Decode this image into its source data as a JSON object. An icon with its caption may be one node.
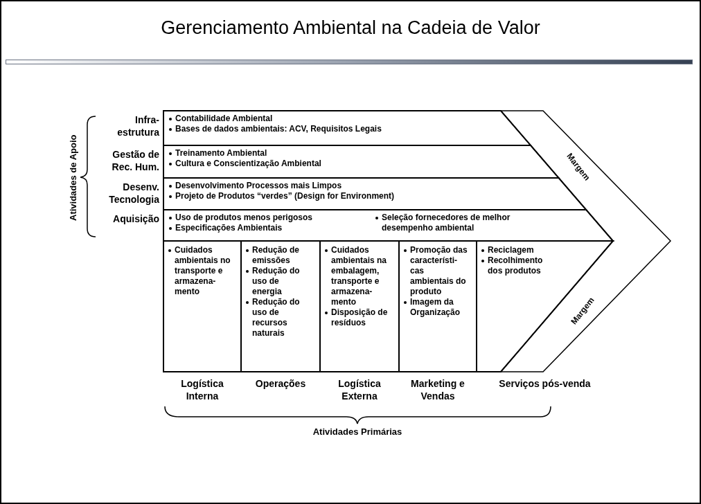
{
  "diagram": {
    "title": "Gerenciamento Ambiental na Cadeia de Valor",
    "nodes": [
      {
        "text": [
          "Contabilidade Ambiental",
          "Bases de dados ambientais: ACV, Requisitos Legais"
        ],
        "beside": [
          "Infra-estrutura"
        ]
      },
      {
        "text": [
          "Treinamento Ambiental",
          "Cultura e Conscientização Ambiental"
        ],
        "beside": [
          "Gestão de Rec. Hum."
        ]
      },
      {
        "text": [
          "Desenvolvimento Processos mais Limpos",
          "Projeto de Produtos “verdes” (Design for Environment)"
        ],
        "beside": [
          "Desenv. Tecnologia"
        ]
      },
      {
        "text": [
          "Uso de produtos menos perigosos",
          "Especificações Ambientais",
          "Seleção fornecedores de melhor desempenho ambiental"
        ],
        "beside": [
          "Aquisição"
        ]
      },
      {
        "text": [
          "Cuidados ambientais no transporte e armazena-mento"
        ],
        "beside": [
          "Logística Interna"
        ]
      },
      {
        "text": [
          "Redução de emissões",
          "Redução do uso de energia",
          "Redução do uso de recursos naturais"
        ],
        "beside": [
          "Operações"
        ]
      },
      {
        "text": [
          "Cuidados ambientais na embalagem, transporte e armazena-mento",
          "Disposição de resíduos"
        ],
        "beside": [
          "Logística Externa"
        ]
      },
      {
        "text": [
          "Promoção das característi-cas ambientais do produto",
          "Imagem da Organização"
        ],
        "beside": [
          "Marketing e Vendas"
        ]
      },
      {
        "text": [
          "Reciclagem",
          "Recolhimento dos produtos"
        ],
        "beside": [
          "Serviços pós-venda"
        ]
      }
    ],
    "labels": [
      "Atividades de Apoio",
      "Margem",
      "Margem",
      "Atividades Primárias"
    ]
  }
}
